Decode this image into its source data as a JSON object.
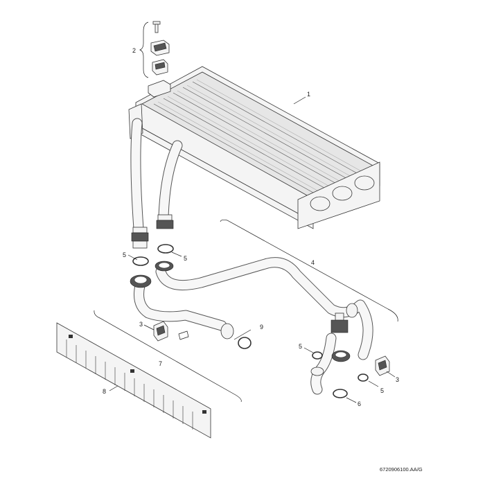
{
  "callouts": {
    "c1": "1",
    "c2": "2",
    "c3a": "3",
    "c3b": "3",
    "c4": "4",
    "c5a": "5",
    "c5b": "5",
    "c5c": "5",
    "c5d": "5",
    "c6": "6",
    "c7": "7",
    "c8": "8",
    "c9": "9"
  },
  "drawing_code": "6720906100.AA/G"
}
